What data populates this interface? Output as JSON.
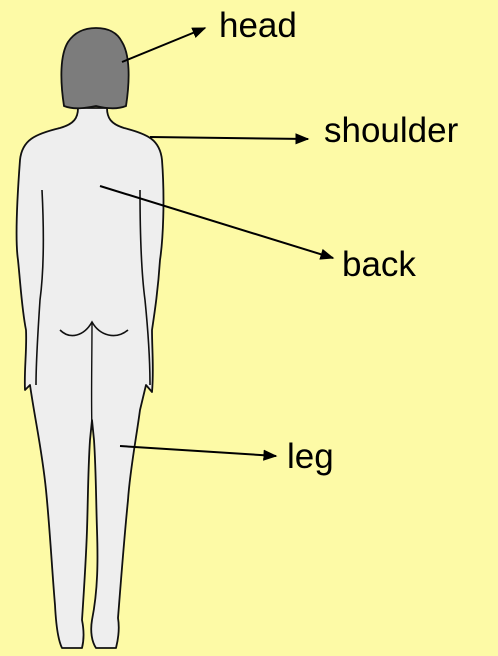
{
  "diagram": {
    "labels": {
      "head": "head",
      "shoulder": "shoulder",
      "back": "back",
      "leg": "leg"
    }
  },
  "colors": {
    "background": "#fdfaa6",
    "body_fill": "#eeeeee",
    "hair_fill": "#7c7c7c",
    "outline": "#111111",
    "arrow": "#000000"
  }
}
